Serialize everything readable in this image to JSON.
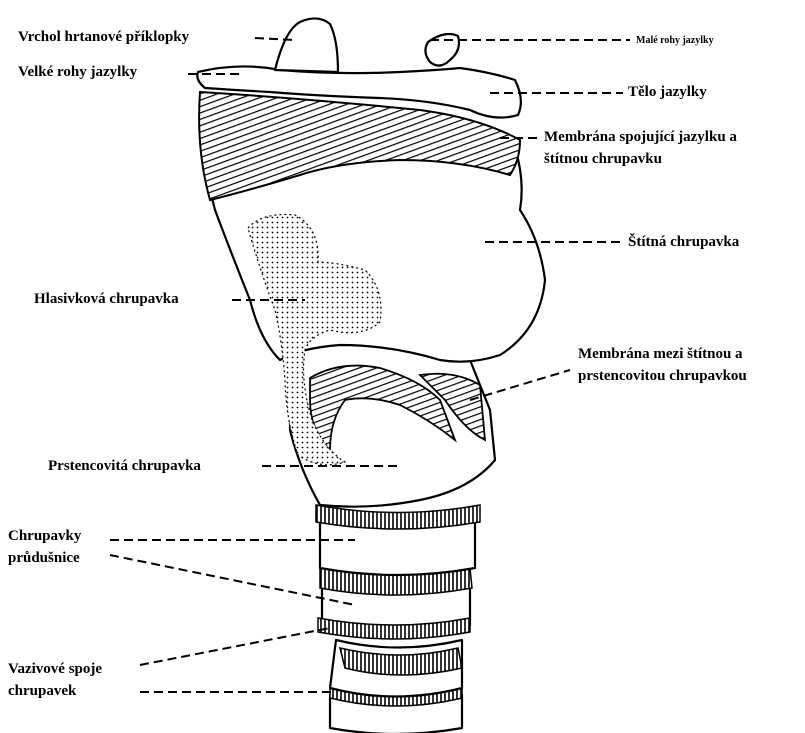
{
  "labels": {
    "epiglottis_tip": "Vrchol hrtanové příklopky",
    "lesser_horns": "Malé rohy jazylky",
    "greater_horns": "Velké rohy jazylky",
    "hyoid_body": "Tělo jazylky",
    "thyrohyoid_membrane_1": "Membrána spojující jazylku a",
    "thyrohyoid_membrane_2": "štítnou chrupavku",
    "thyroid_cartilage": "Štítná chrupavka",
    "arytenoid_cartilage": "Hlasivková chrupavka",
    "cricothyroid_membrane_1": "Membrána mezi štítnou a",
    "cricothyroid_membrane_2": "prstencovitou chrupavkou",
    "cricoid_cartilage": "Prstencovitá chrupavka",
    "tracheal_cartilages_1": "Chrupavky",
    "tracheal_cartilages_2": "průdušnice",
    "annular_ligaments_1": "Vazivové spoje",
    "annular_ligaments_2": "chrupavek"
  }
}
